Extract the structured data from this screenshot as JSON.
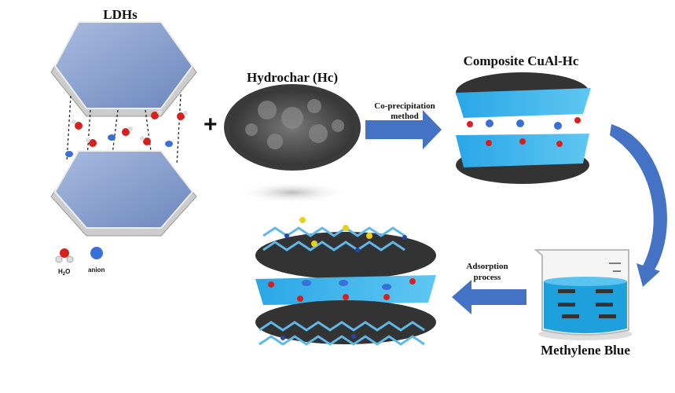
{
  "labels": {
    "ldhs": "LDHs",
    "hydrochar": "Hydrochar (Hc)",
    "plus": "+",
    "coprecip_line1": "Co-precipitation",
    "coprecip_line2": "method",
    "composite": "Composite CuAl-Hc",
    "adsorption_line1": "Adsorption",
    "adsorption_line2": "process",
    "methylene_blue": "Methylene Blue",
    "legend_water": "H",
    "legend_water_sub": "2",
    "legend_water_end": "O",
    "legend_anion": "anion"
  },
  "colors": {
    "ldh_plate": "#7f97c9",
    "arrow": "#4472c4",
    "composite_layer": "#3fb4e8",
    "hydrochar": "#3a3a3a",
    "water_oxygen": "#d62020",
    "anion": "#3a6fd8"
  }
}
